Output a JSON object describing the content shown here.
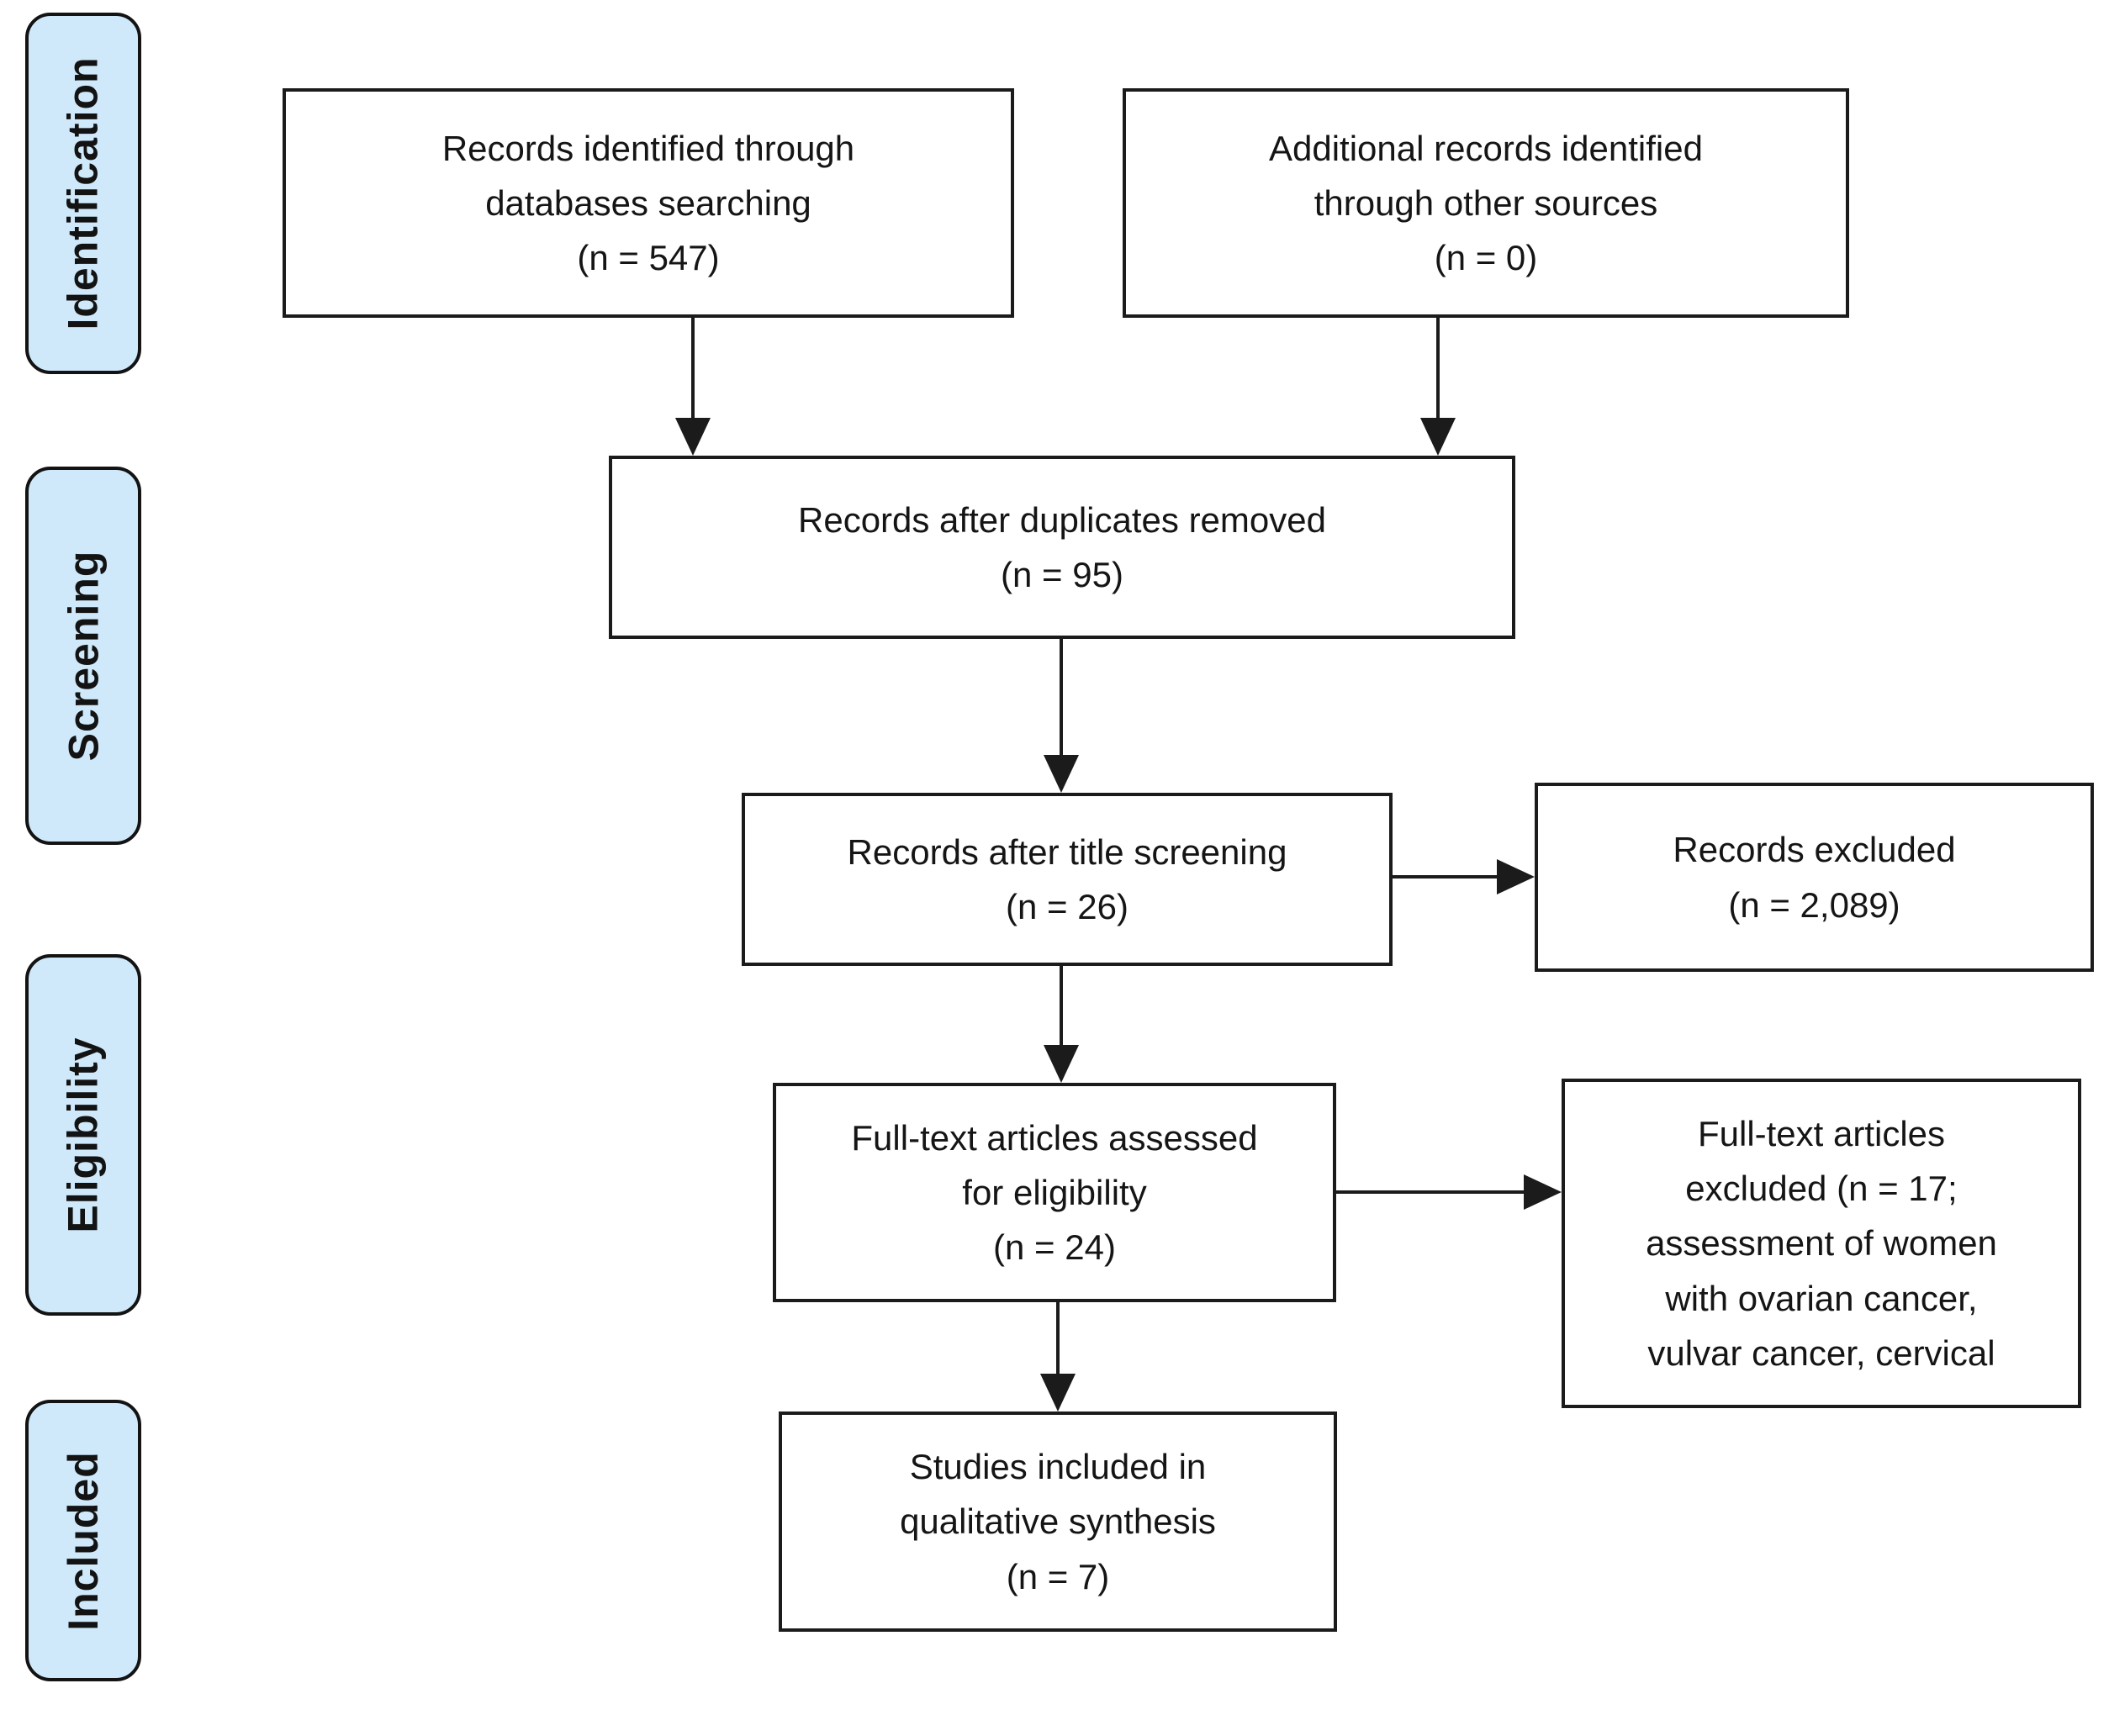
{
  "stages": [
    {
      "id": "identification",
      "label": "Identification"
    },
    {
      "id": "screening",
      "label": "Screening"
    },
    {
      "id": "eligibility",
      "label": "Eligibility"
    },
    {
      "id": "included",
      "label": "Included"
    }
  ],
  "boxes": [
    {
      "id": "records-identified",
      "lines": [
        "Records identified through",
        "databases searching",
        "(n = 547)"
      ]
    },
    {
      "id": "additional-records",
      "lines": [
        "Additional records identified",
        "through other sources",
        "(n = 0)"
      ]
    },
    {
      "id": "duplicates-removed",
      "lines": [
        "Records after duplicates removed",
        "(n = 95)"
      ]
    },
    {
      "id": "title-screening",
      "lines": [
        "Records after title screening",
        "(n = 26)"
      ]
    },
    {
      "id": "records-excluded",
      "lines": [
        "Records excluded",
        "(n = 2,089)"
      ]
    },
    {
      "id": "fulltext-assessed",
      "lines": [
        "Full-text articles assessed",
        "for eligibility",
        "(n = 24)"
      ]
    },
    {
      "id": "fulltext-excluded",
      "lines": [
        "Full-text articles",
        "excluded (n = 17;",
        "assessment of women",
        "with ovarian cancer,",
        "vulvar cancer, cervical"
      ]
    },
    {
      "id": "studies-included",
      "lines": [
        "Studies included in",
        "qualitative synthesis",
        "(n = 7)"
      ]
    }
  ],
  "colors": {
    "stage_fill": "#cfe9fb",
    "line_color": "#1b1b1b",
    "box_background": "#ffffff"
  }
}
